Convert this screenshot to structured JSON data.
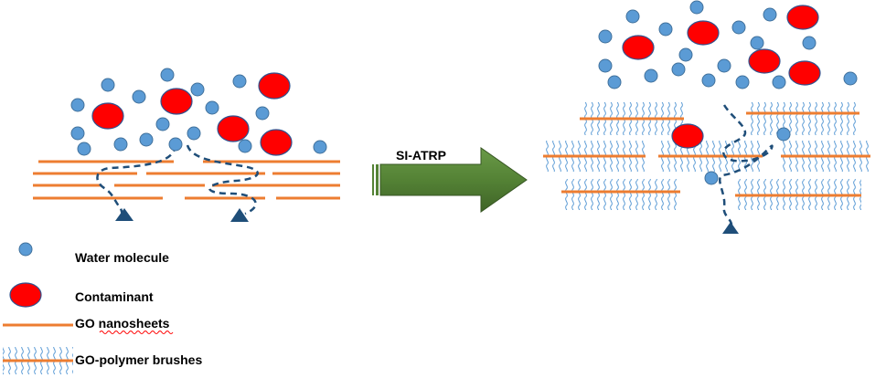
{
  "arrow": {
    "label": "SI-ATRP",
    "color": "#548235"
  },
  "legend": {
    "items": [
      {
        "key": "water",
        "label": "Water molecule"
      },
      {
        "key": "contaminant",
        "label": "Contaminant"
      },
      {
        "key": "go",
        "label": "GO nanosheets"
      },
      {
        "key": "brush",
        "label": "GO-polymer brushes"
      }
    ]
  },
  "colors": {
    "water_fill": "#5B9BD5",
    "water_stroke": "#41719C",
    "contaminant_fill": "#FF0000",
    "contaminant_stroke": "#2F528F",
    "nanosheet": "#ED7D31",
    "path": "#1F4E79",
    "brush": "#5B9BD5"
  }
}
